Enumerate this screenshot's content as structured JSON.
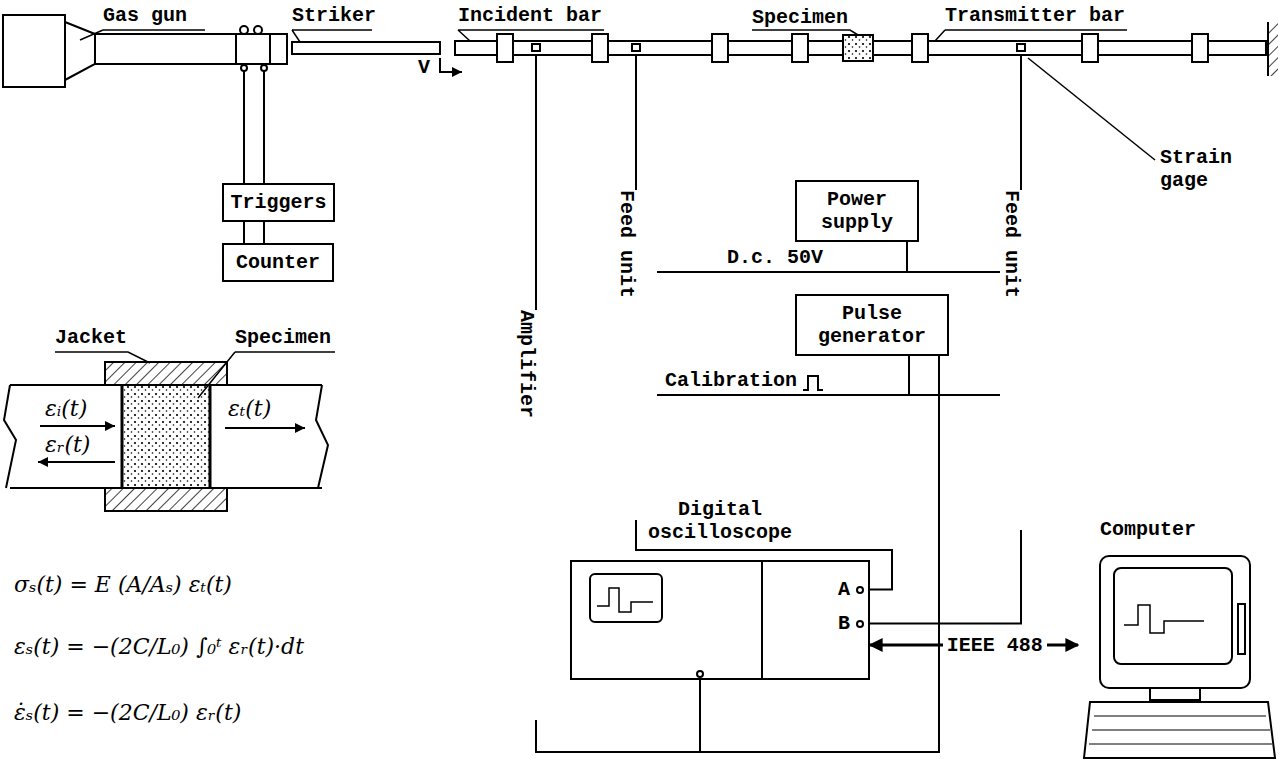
{
  "diagram": {
    "nodes": [
      {
        "text": [
          "Triggers"
        ]
      },
      {
        "text": [
          "Counter"
        ]
      },
      {
        "text": [
          "Power supply"
        ]
      },
      {
        "text": [
          "Feed unit"
        ]
      },
      {
        "text": [
          "Pulse generator"
        ]
      },
      {
        "text": [
          "Feed unit"
        ]
      },
      {
        "text": [
          "Amplifier"
        ]
      },
      {
        "text": [
          "Digital oscilloscope",
          "A",
          "B"
        ]
      },
      {
        "text": [
          "Computer"
        ]
      }
    ],
    "edges": [
      {
        "from": 0,
        "to": 1,
        "arrow": "none"
      },
      {
        "from": 2,
        "to": 3,
        "arrow": "none",
        "label": "D.c. 50V"
      },
      {
        "from": 2,
        "to": 5,
        "arrow": "none"
      },
      {
        "from": 4,
        "to": 3,
        "arrow": "none",
        "label": "Calibration"
      },
      {
        "from": 4,
        "to": 5,
        "arrow": "none"
      },
      {
        "from": 3,
        "to": 7,
        "arrow": "none"
      },
      {
        "from": 5,
        "to": 7,
        "arrow": "none"
      },
      {
        "from": 6,
        "to": 7,
        "arrow": "none"
      },
      {
        "from": 7,
        "to": 8,
        "arrow": "both",
        "label": "IEEE 488"
      },
      {
        "from": 4,
        "to": 6,
        "arrow": "none"
      }
    ],
    "labels": [
      "Gas gun",
      "Striker",
      "V",
      "Incident bar",
      "Specimen",
      "Transmitter bar",
      "Strain gage",
      "Jacket",
      "Specimen",
      "εᵢ(t)",
      "εᵣ(t)",
      "εₜ(t)",
      "σₛ(t) = E (A/Aₛ) εₜ(t)",
      "εₛ(t) = −(2C/L₀) ∫₀ᵗ εᵣ(t)·dt",
      "ε̇ₛ(t) = −(2C/L₀) εᵣ(t)"
    ]
  }
}
